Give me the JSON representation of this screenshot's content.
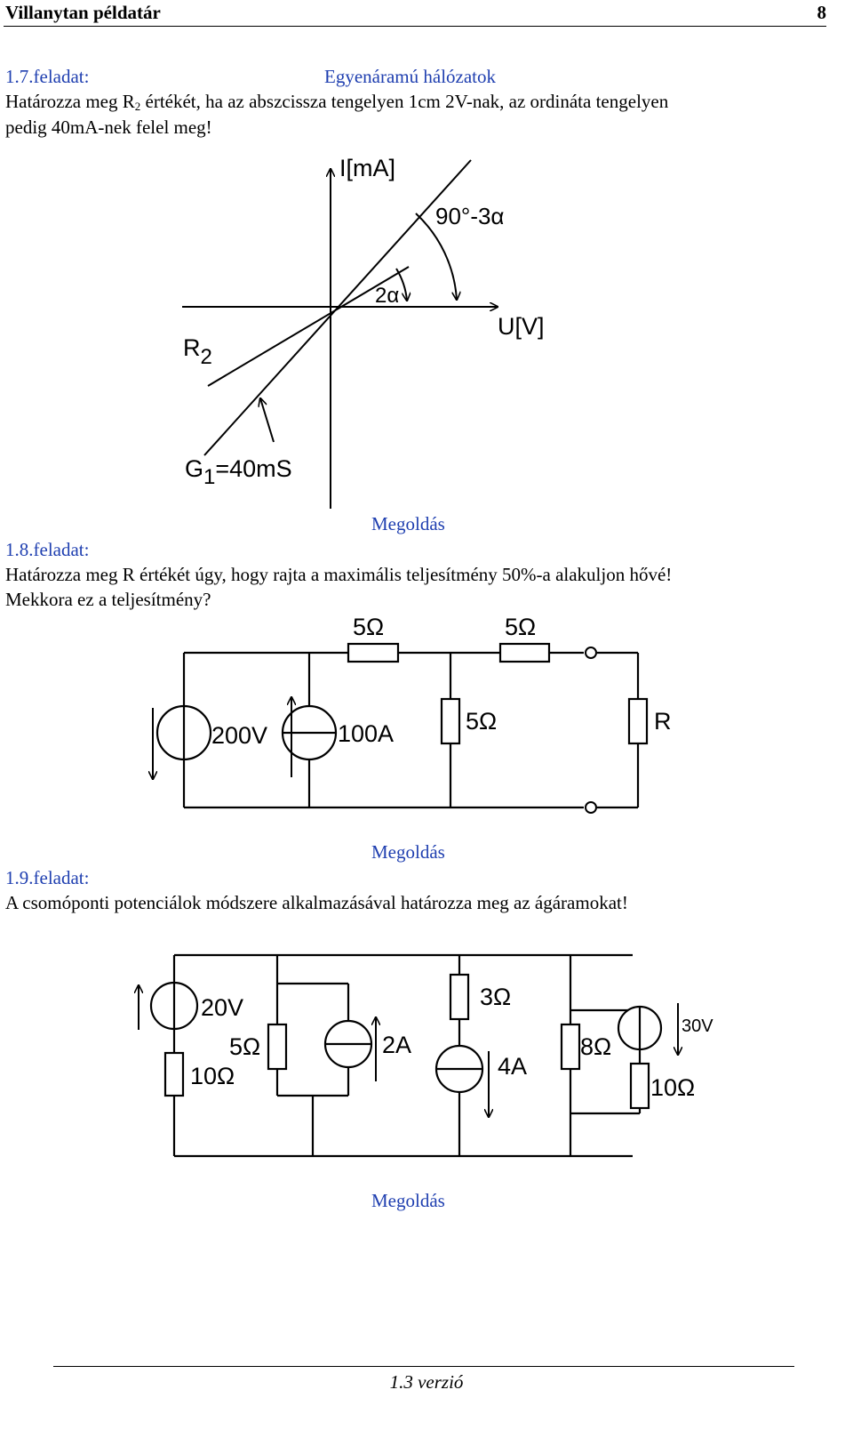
{
  "header": {
    "title": "Villanytan példatár",
    "page_number": "8"
  },
  "task17": {
    "label": "1.7.feladat:",
    "topic": "Egyenáramú hálózatok",
    "text_a": "Határozza meg R",
    "text_sub": "2",
    "text_b": " értékét, ha az abszcissza tengelyen 1cm 2V-nak, az ordináta tengelyen",
    "text_c": "pedig 40mA-nek felel meg!",
    "figure": {
      "y_axis": "I[mA]",
      "x_axis": "U[V]",
      "angle_big": "90°-3α",
      "angle_small": "2α",
      "r2_label_main": "R",
      "r2_label_sub": "2",
      "g1_label_main": "G",
      "g1_label_sub": "1",
      "g1_label_rest": "=40mS"
    },
    "solution": "Megoldás"
  },
  "task18": {
    "label": "1.8.feladat:",
    "text_a": "Határozza meg R értékét úgy, hogy rajta a maximális teljesítmény 50%-a alakuljon hővé!",
    "text_b": "Mekkora ez a teljesítmény?",
    "figure": {
      "r_top1": "5Ω",
      "r_top2": "5Ω",
      "r_mid": "5Ω",
      "r_load": "R",
      "v_source": "200V",
      "i_source": "100A"
    },
    "solution": "Megoldás"
  },
  "task19": {
    "label": "1.9.feladat:",
    "text": "A csomóponti potenciálok módszere alkalmazásával határozza meg az ágáramokat!",
    "figure": {
      "v1": "20V",
      "r1": "10Ω",
      "r2": "5Ω",
      "i1": "2A",
      "r3": "3Ω",
      "i2": "4A",
      "r4": "8Ω",
      "v2": "30V",
      "r5": "10Ω"
    },
    "solution": "Megoldás"
  },
  "footer": {
    "version": "1.3 verzió"
  }
}
